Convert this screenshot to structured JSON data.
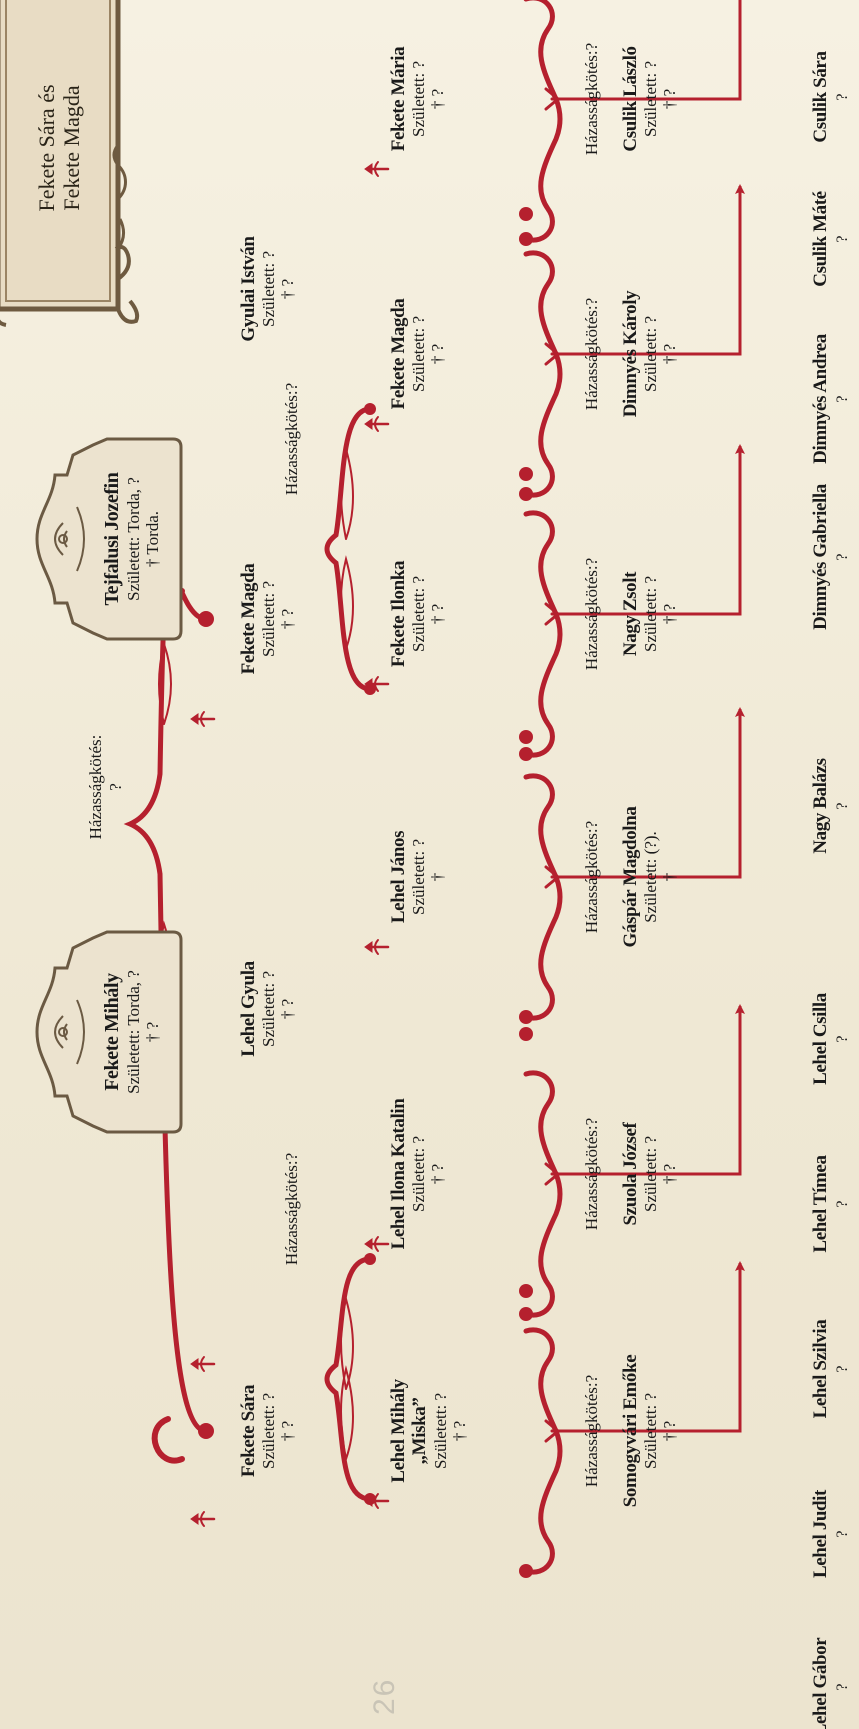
{
  "page_number": "26",
  "frame": {
    "line1": "Fekete Sára és",
    "line2": "Fekete Magda"
  },
  "colors": {
    "accent": "#b5202e",
    "paper": "#f3eddc",
    "cartouche": "#ece3cf",
    "frame": "#8b7355"
  },
  "gen1": [
    {
      "name": "Fekete Mihály",
      "born": "Született: Torda, ?",
      "died": "† ?"
    },
    {
      "name": "Tejfalusi Jozefin",
      "born": "Született: Torda, ?",
      "died": "† Torda."
    }
  ],
  "gen1_marriage": {
    "line1": "Házasságkötés:",
    "line2": "?"
  },
  "gen2": [
    {
      "name": "Fekete Sára",
      "born": "Született: ?",
      "died": "† ?"
    },
    {
      "name": "Lehel Gyula",
      "born": "Született: ?",
      "died": "† ?"
    },
    {
      "name": "Fekete Magda",
      "born": "Született: ?",
      "died": "† ?"
    },
    {
      "name": "Gyulai István",
      "born": "Született: ?",
      "died": "† ?"
    }
  ],
  "gen2_marriages": [
    "Házasságkötés:?",
    "Házasságkötés:?"
  ],
  "gen3": [
    {
      "name1": "Lehel Mihály",
      "name2": "„Miska”",
      "born": "Született: ?",
      "died": "† ?",
      "marriage": "Házasságkötés:?",
      "spouse": "Somogyvári Emőke",
      "spouse_born": "Született: ?",
      "spouse_died": "† ?"
    },
    {
      "name1": "Lehel Ilona Katalin",
      "name2": "",
      "born": "Született: ?",
      "died": "† ?",
      "marriage": "Házasságkötés:?",
      "spouse": "Szuola József",
      "spouse_born": "Született: ?",
      "spouse_died": "† ?"
    },
    {
      "name1": "Lehel János",
      "name2": "",
      "born": "Született: ?",
      "died": "†",
      "marriage": "Házasságkötés:?",
      "spouse": "Gáspár Magdolna",
      "spouse_born": "Született: (?).",
      "spouse_died": "†"
    },
    {
      "name1": "Fekete Ilonka",
      "name2": "",
      "born": "Született: ?",
      "died": "† ?",
      "marriage": "Házasságkötés:?",
      "spouse": "Nagy Zsolt",
      "spouse_born": "Született: ?",
      "spouse_died": "† ?"
    },
    {
      "name1": "Fekete Magda",
      "name2": "",
      "born": "Született: ?",
      "died": "† ?",
      "marriage": "Házasságkötés:?",
      "spouse": "Dimnyés Károly",
      "spouse_born": "Született: ?",
      "spouse_died": "† ?"
    },
    {
      "name1": "Fekete Mária",
      "name2": "",
      "born": "Született: ?",
      "died": "† ?",
      "marriage": "Házasságkötés:?",
      "spouse": "Csulik László",
      "spouse_born": "Született: ?",
      "spouse_died": "† ?"
    }
  ],
  "gen4": [
    {
      "name": "Lehel Gábor",
      "born": "?"
    },
    {
      "name": "Lehel Judit",
      "born": "?"
    },
    {
      "name": "Lehel Szilvia",
      "born": "?"
    },
    {
      "name": "Lehel Tímea",
      "born": "?"
    },
    {
      "name": "Lehel Csilla",
      "born": "?"
    },
    {
      "name": "Nagy Balázs",
      "born": "?"
    },
    {
      "name": "Dimnyés Gabriella",
      "born": "?"
    },
    {
      "name": "Dimnyés Andrea",
      "born": "?"
    },
    {
      "name": "Csulik Máté",
      "born": "?"
    },
    {
      "name": "Csulik Sára",
      "born": "?"
    }
  ]
}
